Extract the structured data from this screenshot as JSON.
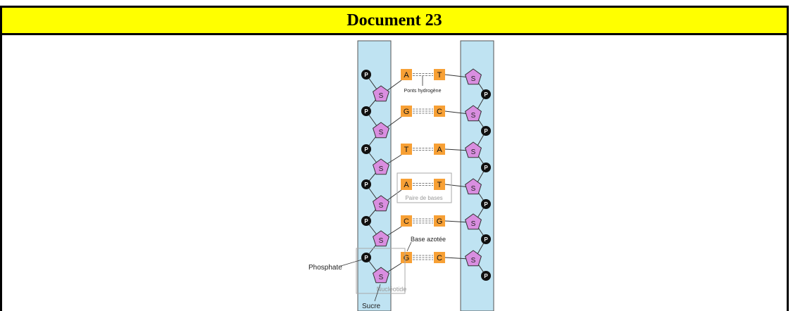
{
  "document": {
    "title": "Document 23"
  },
  "diagram": {
    "phosphate_symbol": "P",
    "sugar_symbol": "S",
    "base_pairs": [
      {
        "left": "A",
        "right": "T",
        "bond_count": 2
      },
      {
        "left": "G",
        "right": "C",
        "bond_count": 3
      },
      {
        "left": "T",
        "right": "A",
        "bond_count": 2
      },
      {
        "left": "A",
        "right": "T",
        "bond_count": 2
      },
      {
        "left": "C",
        "right": "G",
        "bond_count": 3
      },
      {
        "left": "G",
        "right": "C",
        "bond_count": 3
      }
    ],
    "labels": {
      "hydrogen_bonds": "Ponts hydrogène",
      "base_pair": "Paire de bases",
      "nitrogen_base": "Base azotée",
      "phosphate": "Phosphate",
      "nucleotide": "Nucléotide",
      "sugar": "Sucre"
    },
    "colors": {
      "strand_fill": "#bfe3f2",
      "sugar_fill": "#d98ee0",
      "base_fill": "#f7a035",
      "phosphate_fill": "#111111",
      "label_box": "#aaaaaa",
      "title_bg": "#ffff00"
    }
  }
}
